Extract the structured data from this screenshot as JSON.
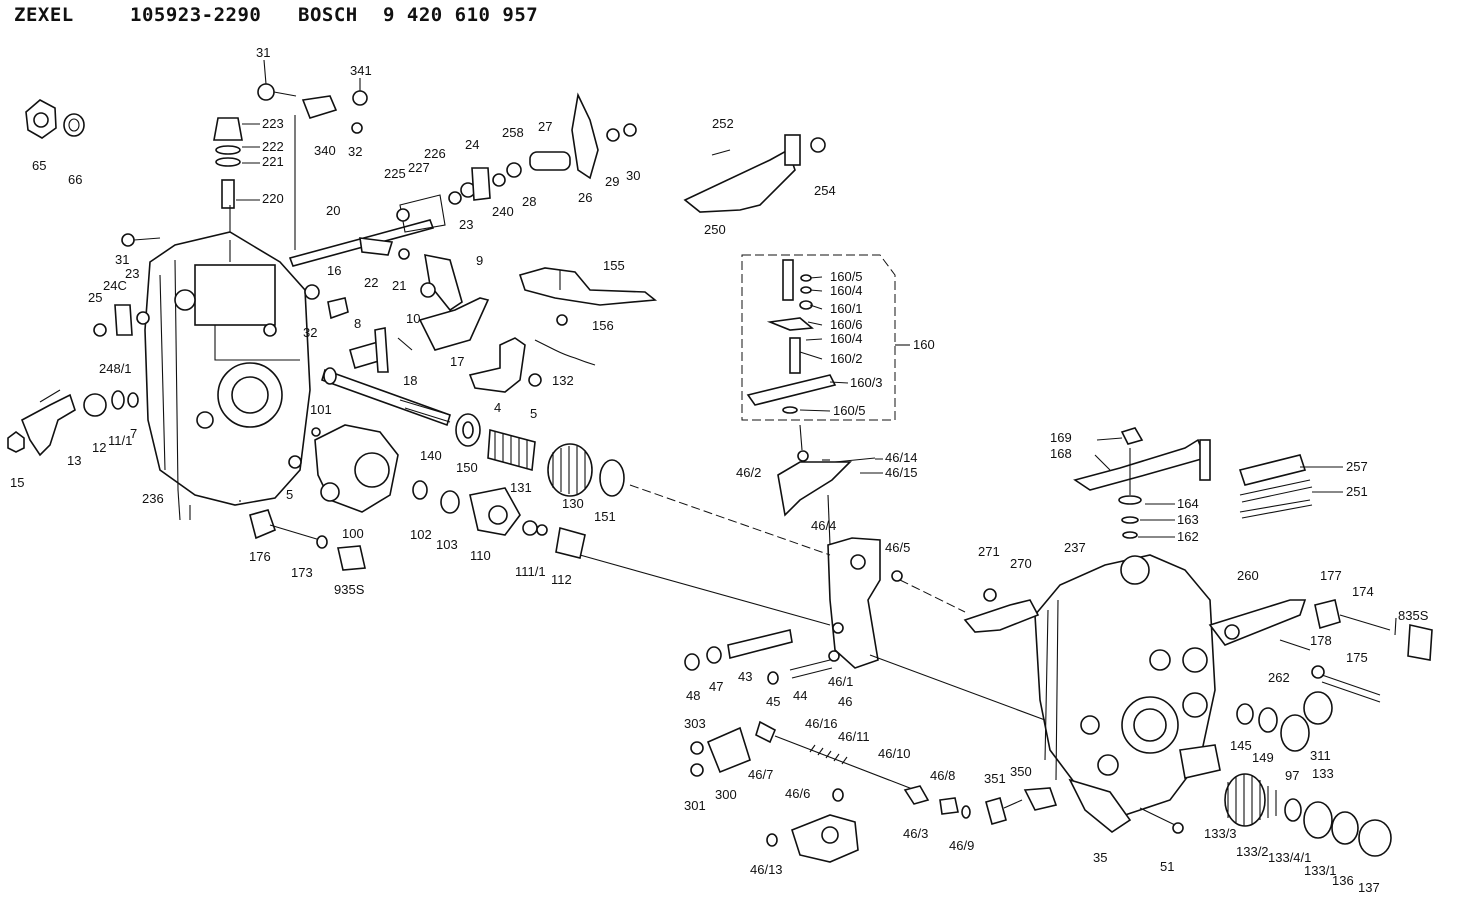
{
  "header": {
    "brand1": "ZEXEL",
    "code1": "105923-2290",
    "brand2": "BOSCH",
    "code2": "9 420 610 957"
  },
  "callouts": {
    "c31a": "31",
    "c341": "341",
    "c223": "223",
    "c222": "222",
    "c221": "221",
    "c220": "220",
    "c340": "340",
    "c32a": "32",
    "c65": "65",
    "c66": "66",
    "c258": "258",
    "c27": "27",
    "c24a": "24",
    "c226": "226",
    "c225": "225",
    "c227": "227",
    "c29": "29",
    "c30": "30",
    "c240": "240",
    "c28": "28",
    "c23a": "23",
    "c26": "26",
    "c252": "252",
    "c254": "254",
    "c250": "250",
    "c20": "20",
    "c31b": "31",
    "c23b": "23",
    "c24c": "24C",
    "c25": "25",
    "c248": "248/1",
    "c16": "16",
    "c22": "22",
    "c21": "21",
    "c9": "9",
    "c155": "155",
    "c156": "156",
    "c32b": "32",
    "c8": "8",
    "c10": "10",
    "c18": "18",
    "c17": "17",
    "c132": "132",
    "c4": "4",
    "c5a": "5",
    "c101": "101",
    "c13": "13",
    "c12": "12",
    "c11": "11/1",
    "c7": "7",
    "c15": "15",
    "c236": "236",
    "c140": "140",
    "c150": "150",
    "c131": "131",
    "c130": "130",
    "c151": "151",
    "c5b": "5",
    "c100": "100",
    "c102": "102",
    "c103": "103",
    "c110": "110",
    "c111": "111/1",
    "c112": "112",
    "c176": "176",
    "c173": "173",
    "c935": "935S",
    "c160_5a": "160/5",
    "c160_4a": "160/4",
    "c160_1": "160/1",
    "c160_6": "160/6",
    "c160_4b": "160/4",
    "c160_2": "160/2",
    "c160_3": "160/3",
    "c160_5b": "160/5",
    "c160": "160",
    "c169": "169",
    "c168": "168",
    "c257": "257",
    "c251": "251",
    "c164": "164",
    "c163": "163",
    "c162": "162",
    "c46_14": "46/14",
    "c46_15": "46/15",
    "c46_2": "46/2",
    "c46_4": "46/4",
    "c46_5": "46/5",
    "c271": "271",
    "c270": "270",
    "c237": "237",
    "c260": "260",
    "c177": "177",
    "c174": "174",
    "c835": "835S",
    "c178": "178",
    "c262": "262",
    "c175": "175",
    "c48": "48",
    "c47": "47",
    "c43": "43",
    "c45": "45",
    "c44": "44",
    "c46_1": "46/1",
    "c46": "46",
    "c303": "303",
    "c301": "301",
    "c300": "300",
    "c46_7": "46/7",
    "c46_16": "46/16",
    "c46_11": "46/11",
    "c46_10": "46/10",
    "c46_6": "46/6",
    "c46_8": "46/8",
    "c46_3": "46/3",
    "c46_9": "46/9",
    "c46_13": "46/13",
    "c351": "351",
    "c350": "350",
    "c35": "35",
    "c51": "51",
    "c145": "145",
    "c149": "149",
    "c97": "97",
    "c311": "311",
    "c133": "133",
    "c133_3": "133/3",
    "c133_2": "133/2",
    "c133_4": "133/4/1",
    "c133_1": "133/1",
    "c136": "136",
    "c137": "137"
  }
}
